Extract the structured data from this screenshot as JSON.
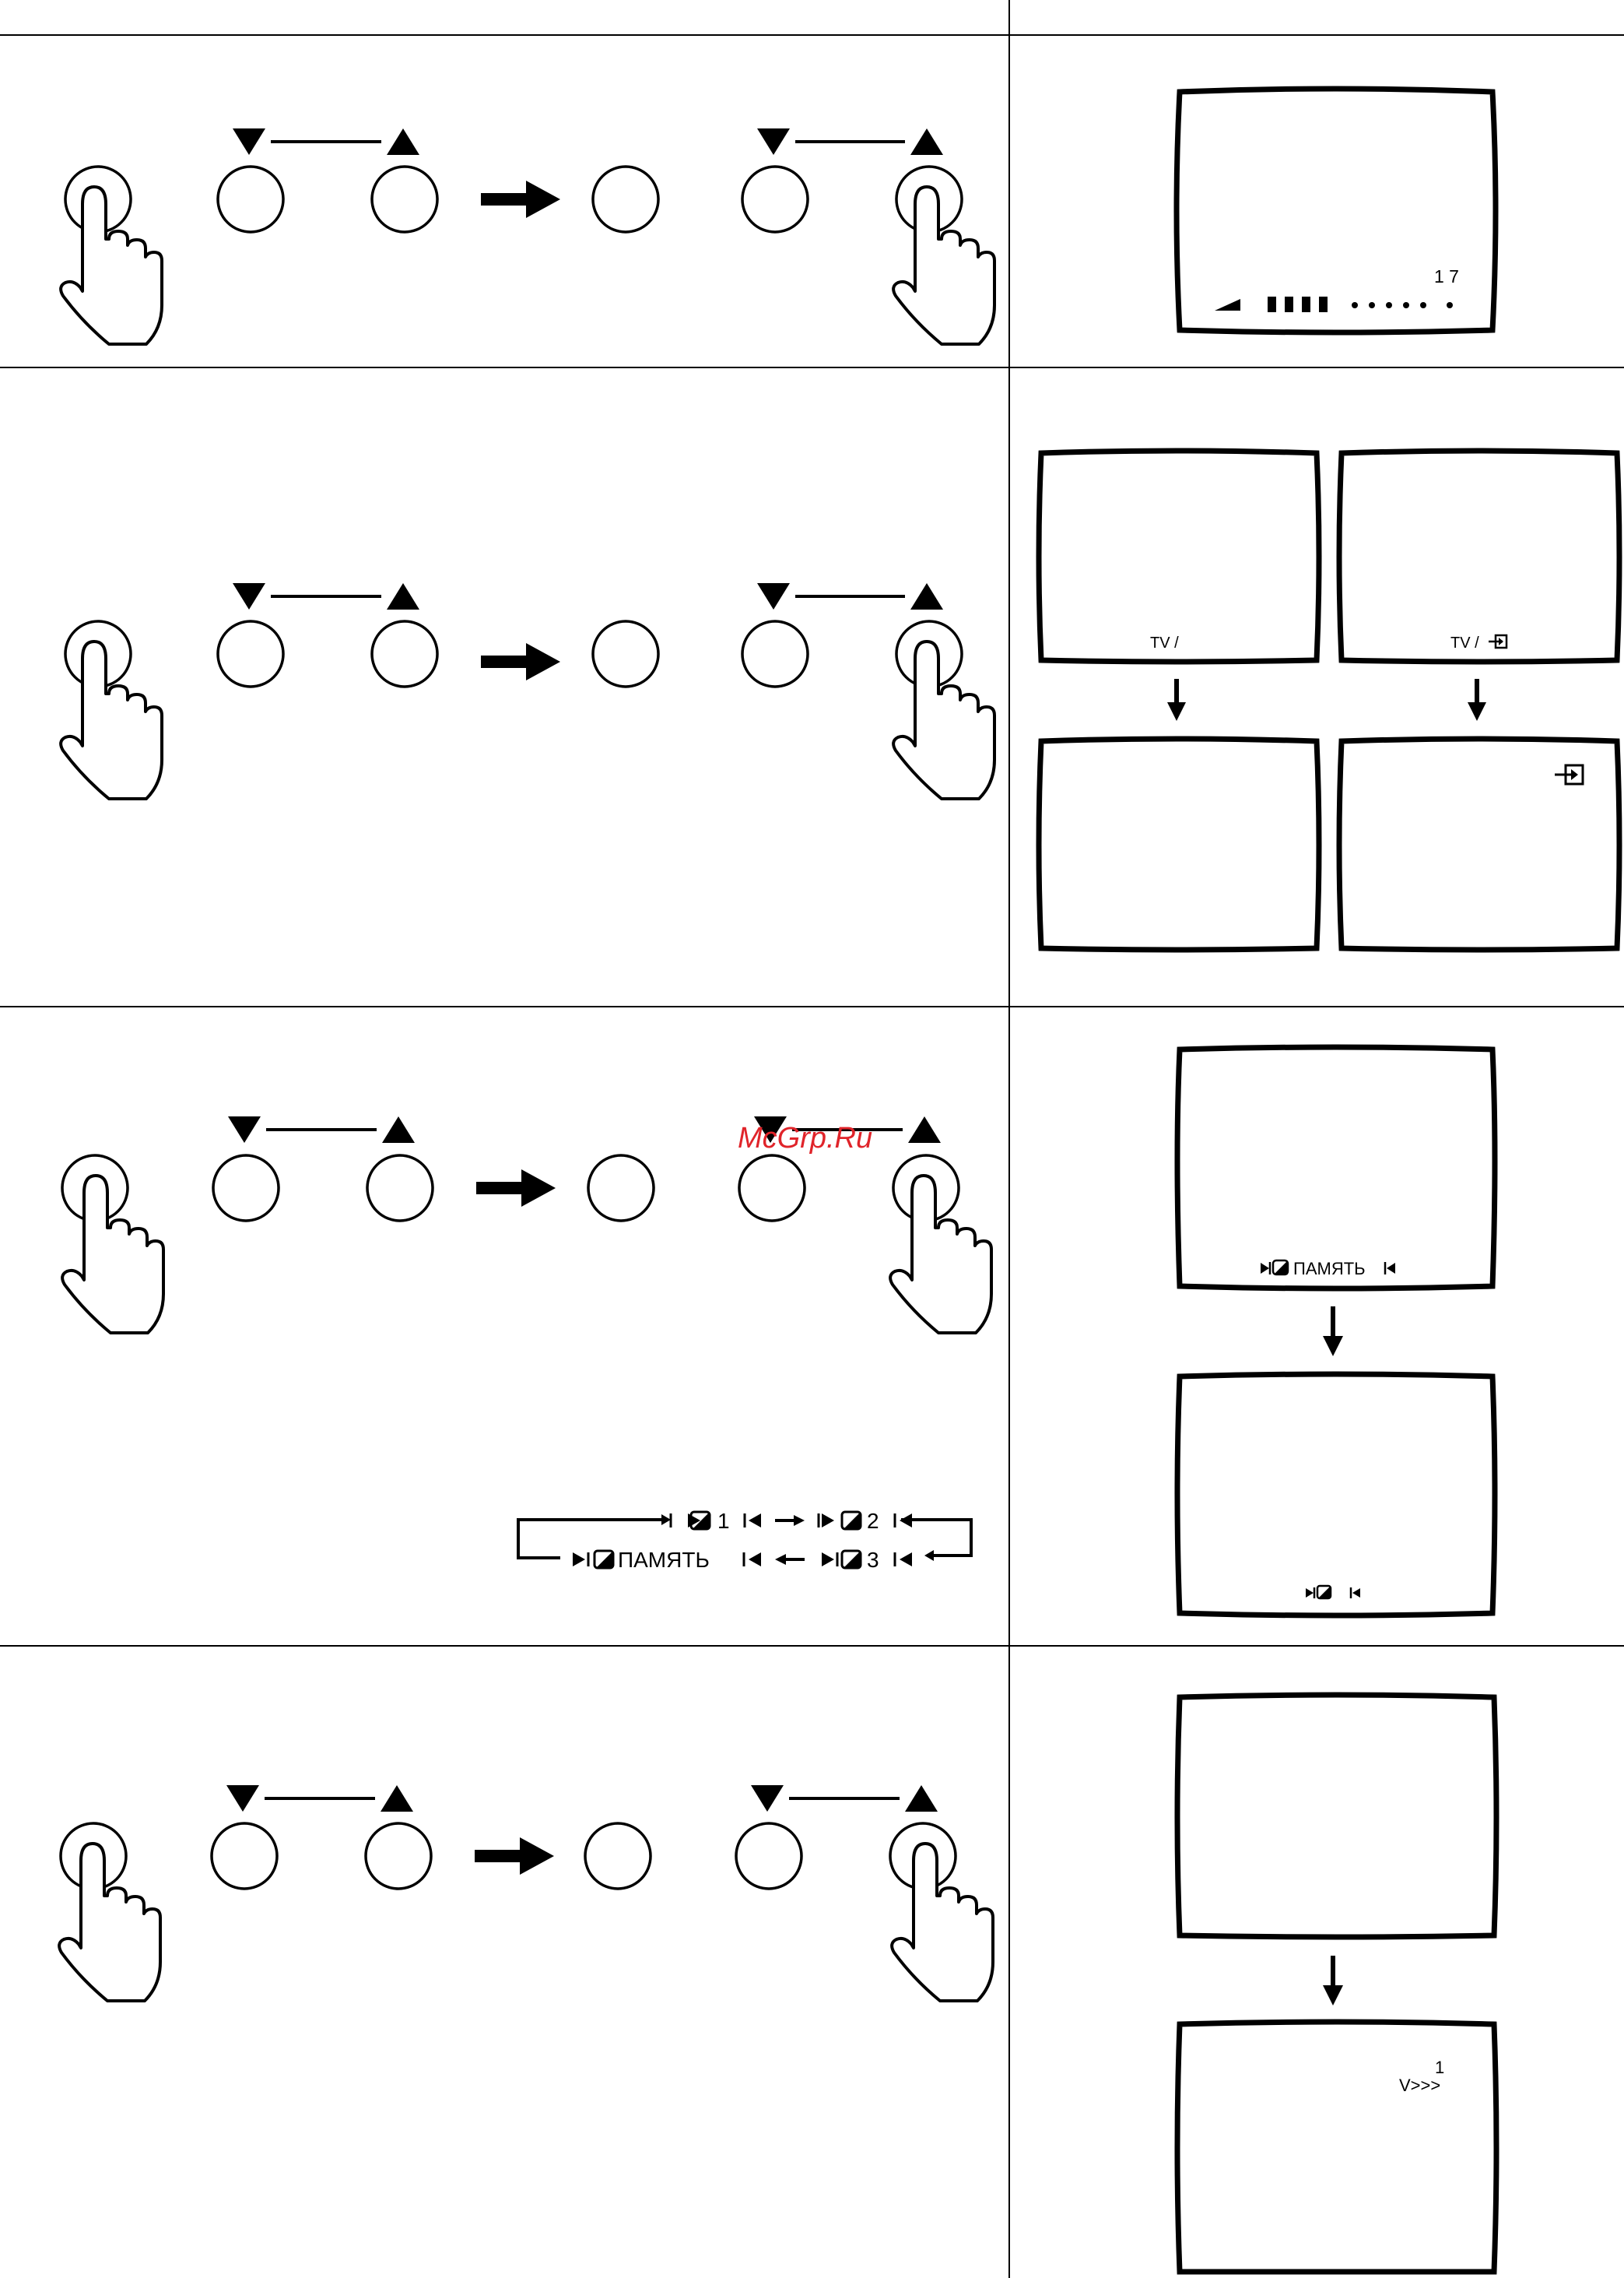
{
  "watermark": "McGrp.Ru",
  "icons": {
    "pointing_hand": "pointing-hand-icon",
    "down_triangle": "down-triangle-icon",
    "up_triangle": "up-triangle-icon",
    "right_arrow": "right-arrow-icon",
    "down_arrow": "down-arrow-icon",
    "input_source": "input-source-icon",
    "picture_mode": "picture-mode-icon"
  },
  "step1": {
    "tv_channel": "1 7"
  },
  "step2": {
    "tv_a_label": "TV /",
    "tv_b_label": "TV /"
  },
  "step3": {
    "cycle": {
      "item1": "1",
      "item2": "2",
      "item3": "3",
      "item_memory": "ПАМЯТЬ"
    },
    "tv_top_label": "ПАМЯТЬ"
  },
  "step4": {
    "tv_num": "1",
    "tv_text": "V>>>"
  }
}
